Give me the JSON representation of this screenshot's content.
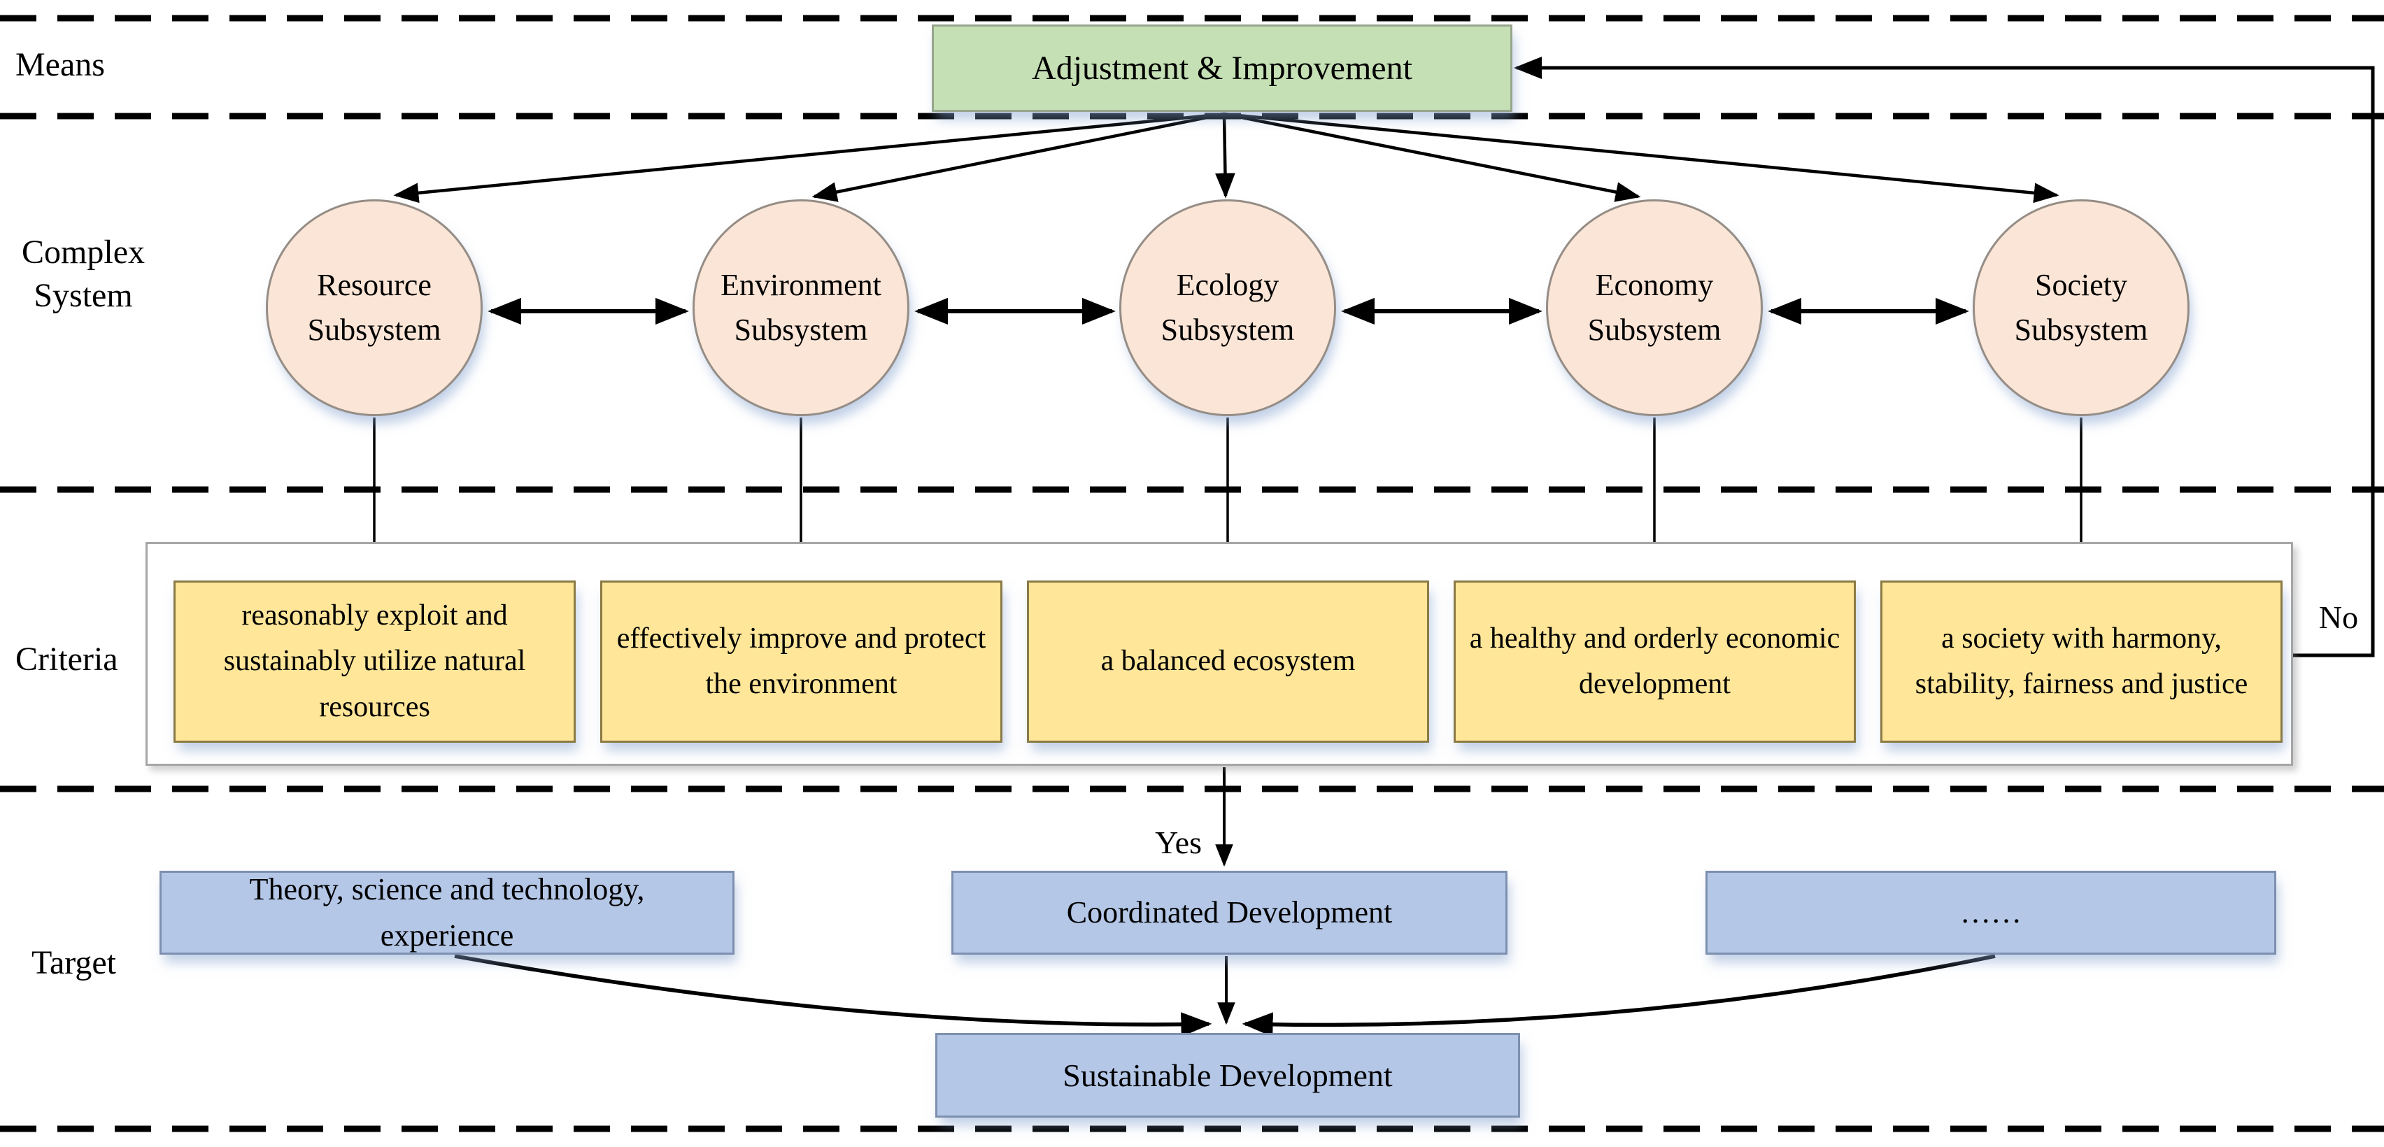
{
  "lane_labels": {
    "means": "Means",
    "complex_system": "Complex System",
    "criteria": "Criteria",
    "target": "Target"
  },
  "means": {
    "adjustment_label": "Adjustment & Improvement"
  },
  "subsystems": [
    {
      "label": "Resource Subsystem"
    },
    {
      "label": "Environment Subsystem"
    },
    {
      "label": "Ecology Subsystem"
    },
    {
      "label": "Economy Subsystem"
    },
    {
      "label": "Society Subsystem"
    }
  ],
  "criteria": {
    "items": [
      "reasonably exploit and sustainably utilize natural resources",
      "effectively improve and protect the environment",
      "a balanced ecosystem",
      "a healthy and orderly economic development",
      "a society with harmony, stability, fairness and justice"
    ]
  },
  "decision": {
    "yes": "Yes",
    "no": "No"
  },
  "target": {
    "supports": [
      "Theory, science and technology, experience",
      "Coordinated Development",
      "……"
    ],
    "goal": "Sustainable Development"
  },
  "colors": {
    "adjustment_fill": "#C5E0B4",
    "subsystem_fill": "#FBE5D6",
    "criteria_fill": "#FFE699",
    "target_fill": "#B4C7E7",
    "container_border": "#A6A6A6",
    "line": "#000000"
  }
}
